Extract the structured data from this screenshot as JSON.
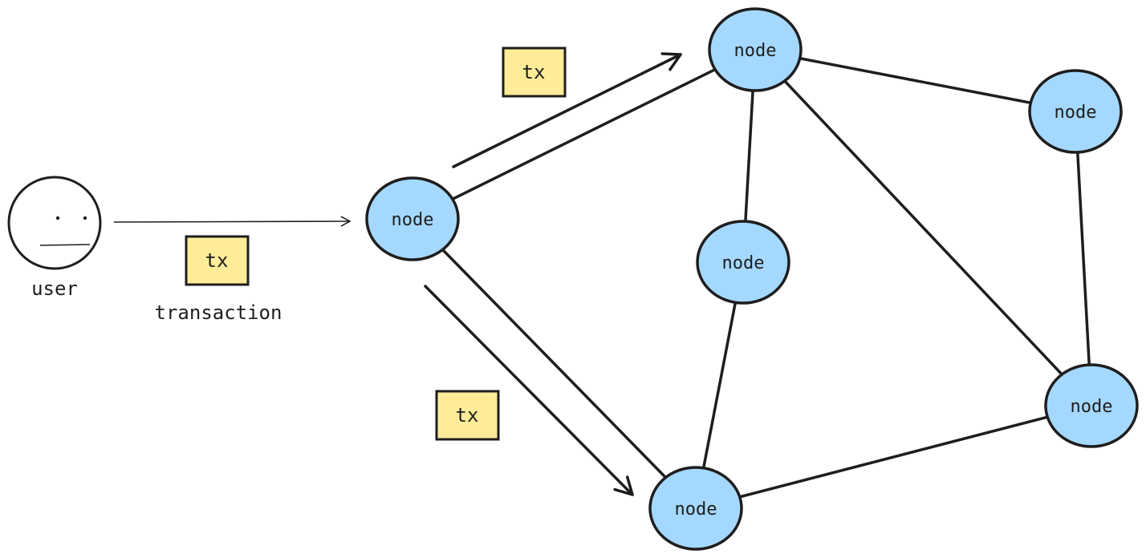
{
  "user": {
    "label": "user"
  },
  "transaction": {
    "label": "transaction"
  },
  "nodes": [
    {
      "id": "n-entry",
      "label": "node"
    },
    {
      "id": "n-top",
      "label": "node"
    },
    {
      "id": "n-right-top",
      "label": "node"
    },
    {
      "id": "n-middle",
      "label": "node"
    },
    {
      "id": "n-bottom",
      "label": "node"
    },
    {
      "id": "n-right-bottom",
      "label": "node"
    }
  ],
  "edges": [
    [
      "n-entry",
      "n-top"
    ],
    [
      "n-entry",
      "n-bottom"
    ],
    [
      "n-top",
      "n-right-top"
    ],
    [
      "n-top",
      "n-middle"
    ],
    [
      "n-top",
      "n-right-bottom"
    ],
    [
      "n-right-top",
      "n-right-bottom"
    ],
    [
      "n-middle",
      "n-bottom"
    ],
    [
      "n-bottom",
      "n-right-bottom"
    ]
  ],
  "tx_tags": [
    {
      "id": "tx-user",
      "label": "tx"
    },
    {
      "id": "tx-upper",
      "label": "tx"
    },
    {
      "id": "tx-lower",
      "label": "tx"
    }
  ],
  "colors": {
    "node_fill": "#a5d8ff",
    "tx_fill": "#ffec99",
    "stroke": "#1e1e1e"
  }
}
